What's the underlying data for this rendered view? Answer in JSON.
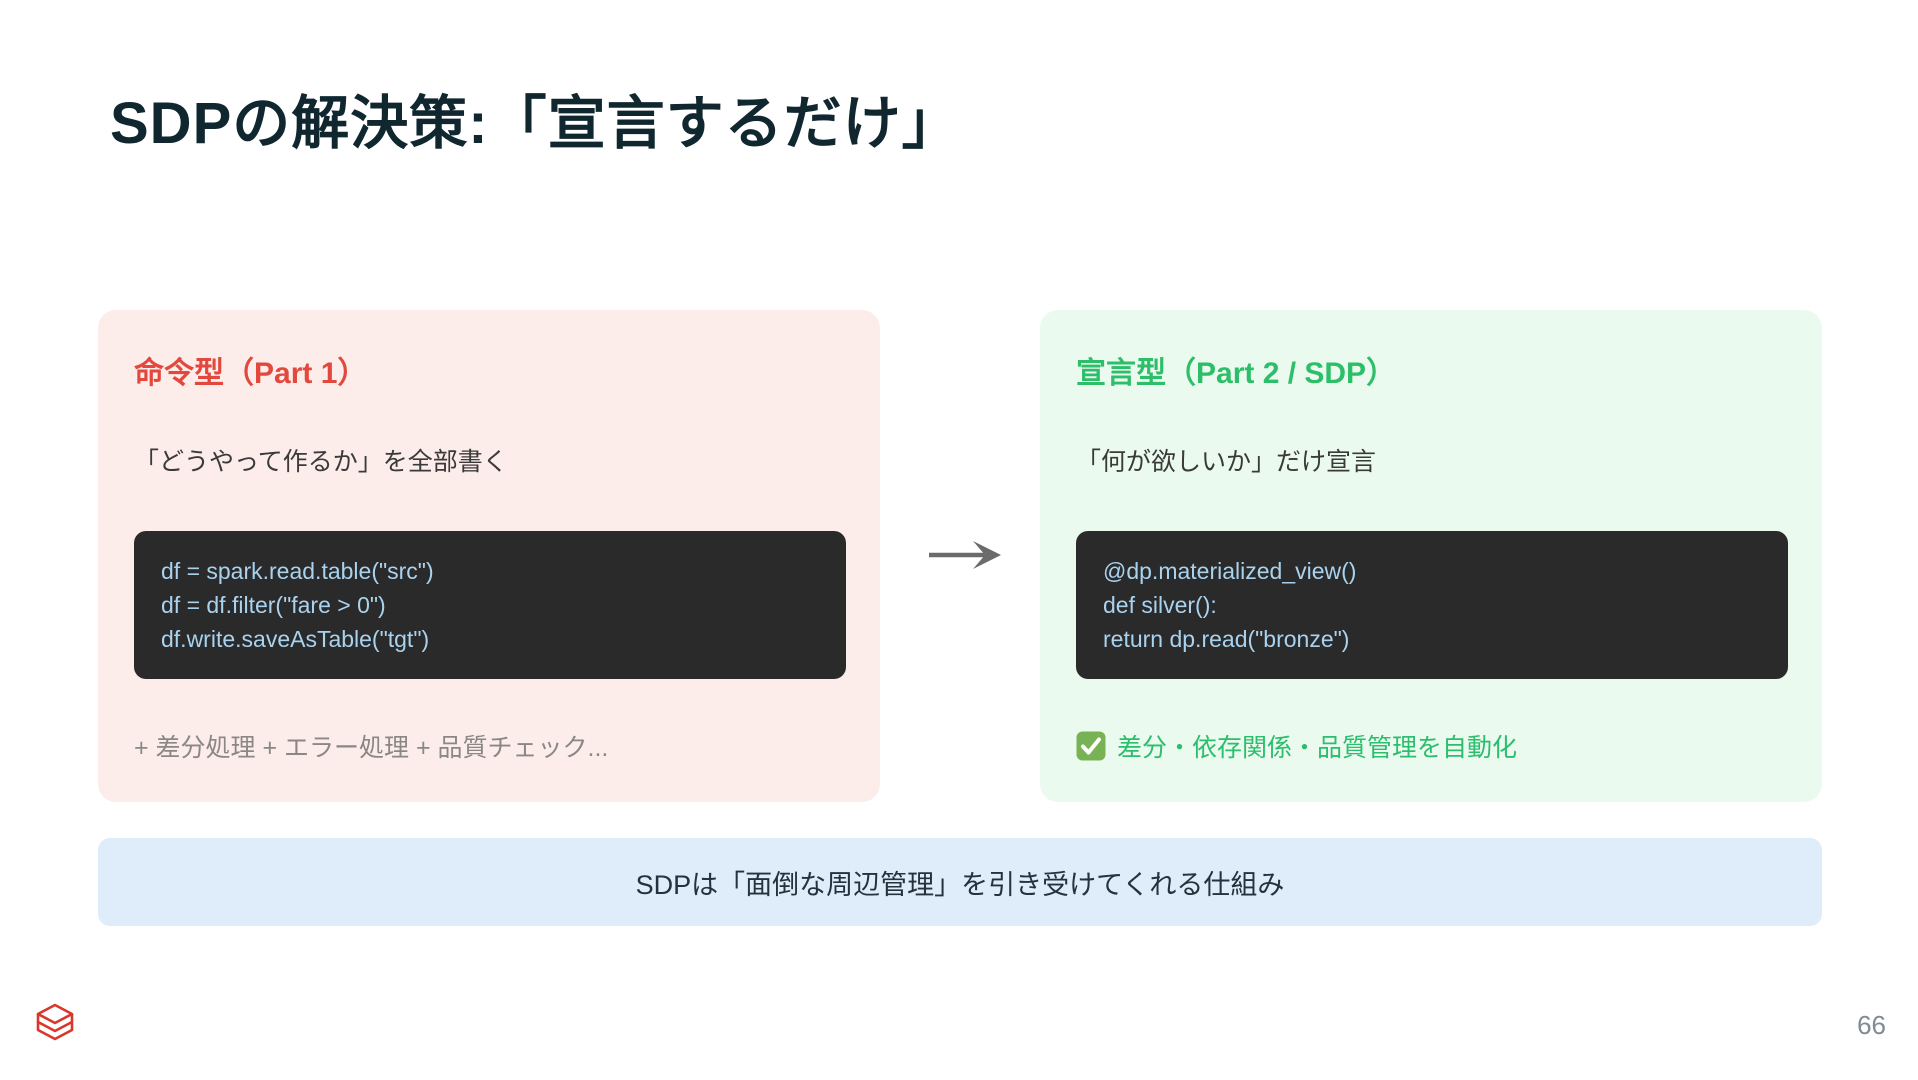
{
  "title": "SDPの解決策:「宣言するだけ」",
  "left_panel": {
    "heading": "命令型（Part 1）",
    "description": "「どうやって作るか」を全部書く",
    "code_lines": [
      "df = spark.read.table(\"src\")",
      "df = df.filter(\"fare > 0\")",
      "df.write.saveAsTable(\"tgt\")"
    ],
    "footnote": "+ 差分処理 + エラー処理 + 品質チェック..."
  },
  "right_panel": {
    "heading": "宣言型（Part 2 / SDP）",
    "description": "「何が欲しいか」だけ宣言",
    "code_lines": [
      "@dp.materialized_view()",
      "def silver():",
      "return dp.read(\"bronze\")"
    ],
    "footnote": "差分・依存関係・品質管理を自動化",
    "footnote_icon": "check-icon"
  },
  "arrow_icon": "right-arrow",
  "summary_bar": {
    "text": "SDPは「面倒な周辺管理」を引き受けてくれる仕組み"
  },
  "footer": {
    "logo_icon": "databricks-logo",
    "page_number": "66"
  },
  "colors": {
    "title_text": "#112730",
    "imperative_accent": "#e2483d",
    "imperative_background": "#fcedea",
    "declarative_accent": "#2dbe69",
    "declarative_background": "#ebfaee",
    "code_background": "#2a2a2a",
    "code_text": "#a9d2ef",
    "muted_text": "#8b8884",
    "summary_background": "#dfecfa",
    "summary_text": "#25313b",
    "logo_red": "#d9372c",
    "page_number_text": "#7d8b95",
    "check_icon_green": "#77b255"
  }
}
